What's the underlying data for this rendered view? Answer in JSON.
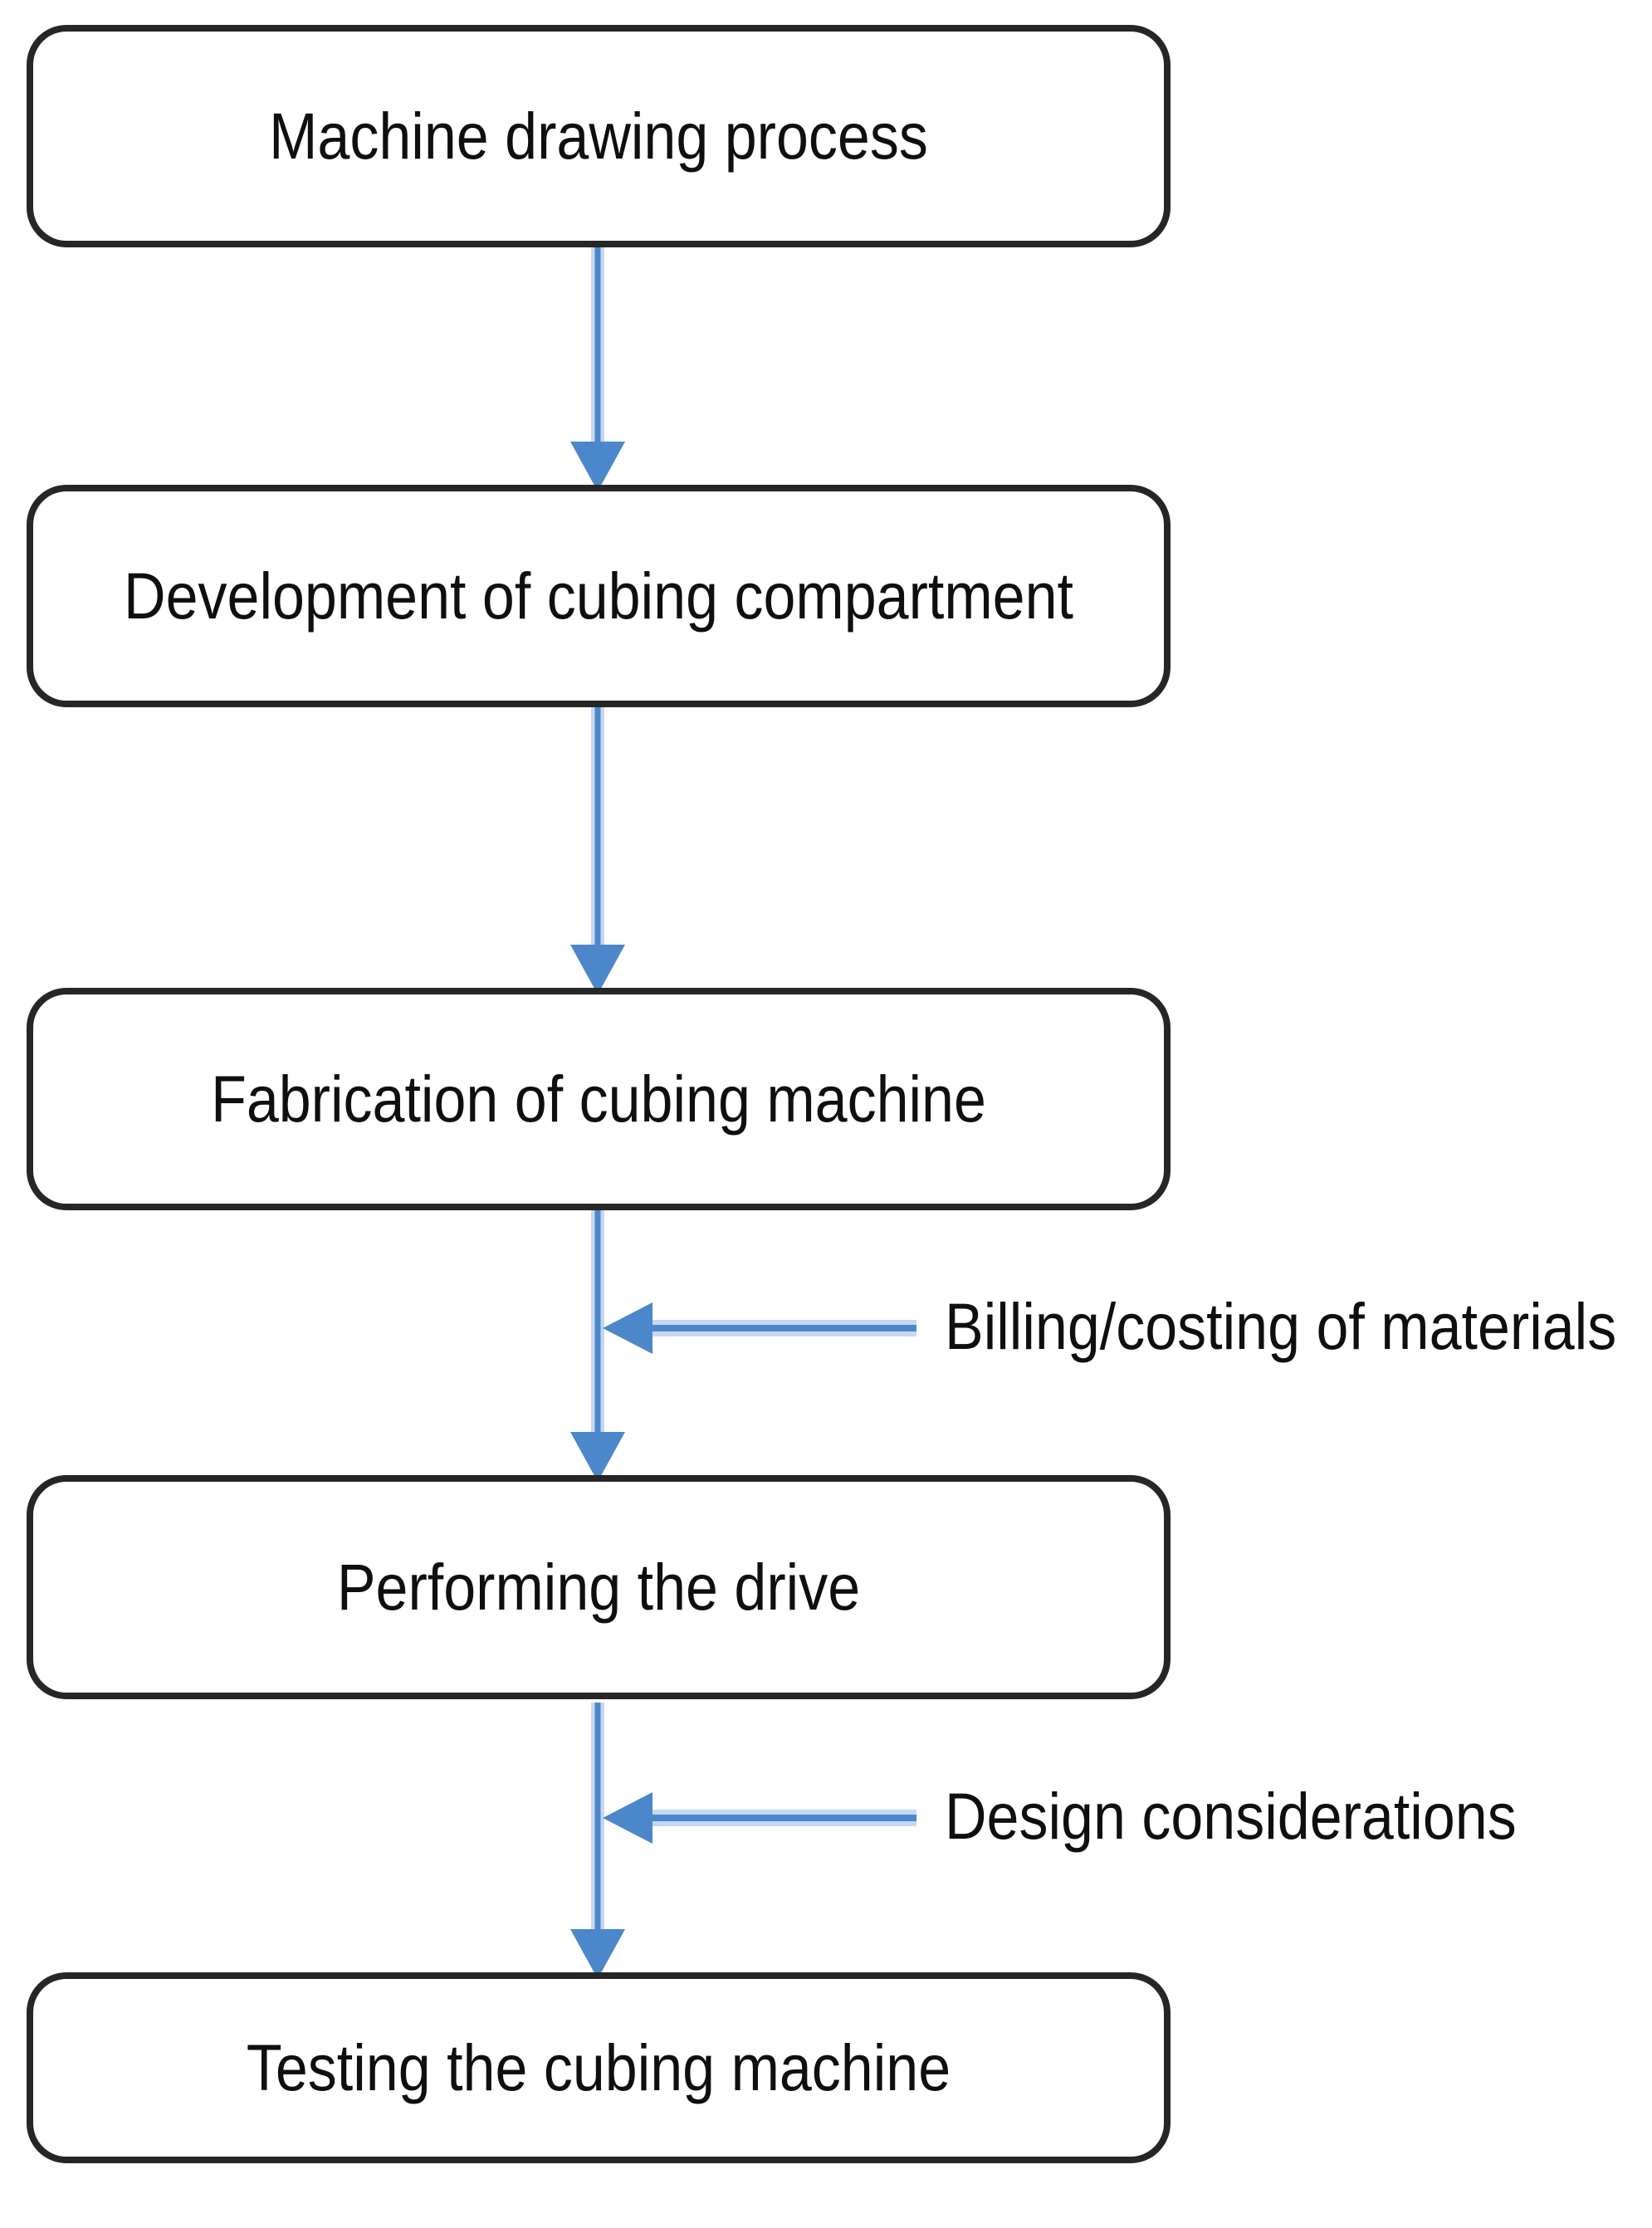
{
  "diagram": {
    "type": "flowchart",
    "direction": "top-down",
    "nodes": [
      {
        "id": "machine-drawing-process",
        "label": "Machine drawing process"
      },
      {
        "id": "development-of-cubing-compartment",
        "label": "Development of cubing compartment"
      },
      {
        "id": "fabrication-of-cubing-machine",
        "label": "Fabrication of cubing machine"
      },
      {
        "id": "performing-the-drive",
        "label": "Performing the drive"
      },
      {
        "id": "testing-the-cubing-machine",
        "label": "Testing the cubing machine"
      }
    ],
    "edges": [
      {
        "from": "Machine drawing process",
        "to": "Development of cubing compartment"
      },
      {
        "from": "Development of cubing compartment",
        "to": "Fabrication of cubing machine"
      },
      {
        "from": "Fabrication of cubing machine",
        "to": "Performing the drive"
      },
      {
        "from": "Performing the drive",
        "to": "Testing the cubing machine"
      }
    ],
    "side_inputs": [
      {
        "label": "Billing/costing of materials",
        "joins_edge_from": "Fabrication of cubing machine"
      },
      {
        "label": "Design considerations",
        "joins_edge_from": "Performing the drive"
      }
    ],
    "colors": {
      "arrow": "#4c87cc",
      "arrow_halo": "#c6d8f0",
      "box_border": "#262626",
      "box_fill": "#ffffff",
      "text": "#0f0f0f",
      "background": "#ffffff"
    }
  }
}
